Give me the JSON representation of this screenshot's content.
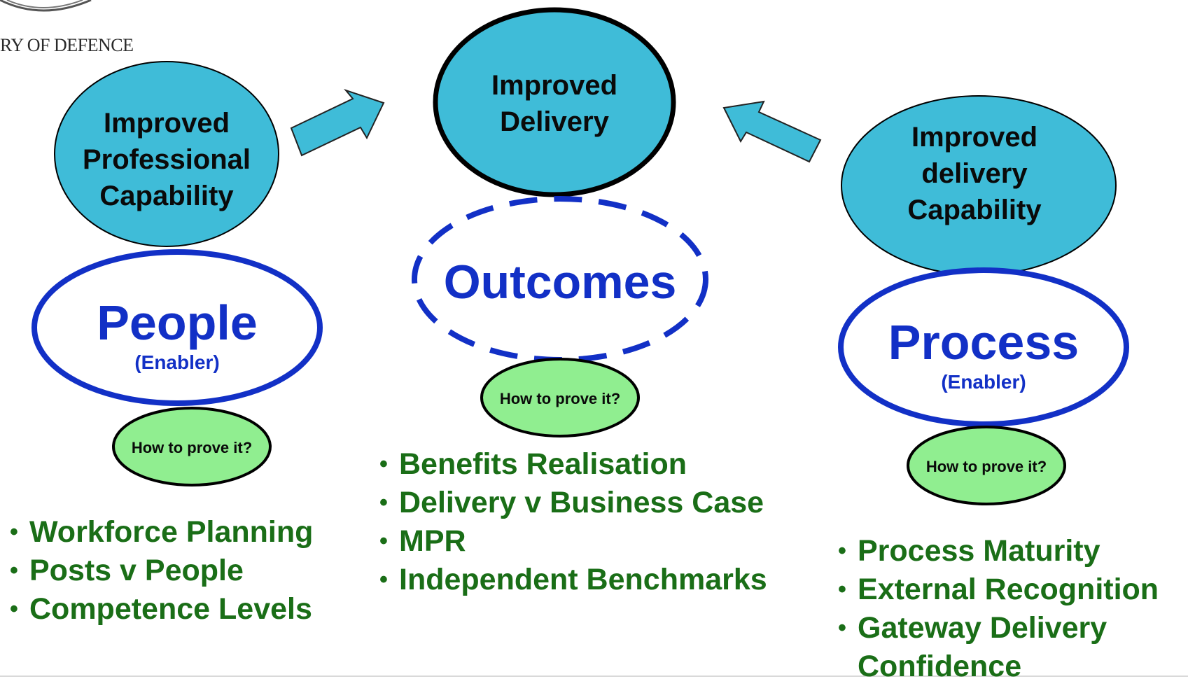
{
  "logo": {
    "text": "RY OF DEFENCE"
  },
  "goal": {
    "label_line1": "Improved",
    "label_line2": "Delivery"
  },
  "outcomes": {
    "label": "Outcomes"
  },
  "left": {
    "capability_lines": [
      "Improved",
      "Professional",
      "Capability"
    ],
    "enabler_title": "People",
    "enabler_sub": "(Enabler)",
    "prove": "How to prove it?",
    "bullets": [
      "Workforce Planning",
      "Posts v People",
      "Competence Levels"
    ]
  },
  "middle": {
    "prove": "How to prove it?",
    "bullets": [
      "Benefits Realisation",
      "Delivery v Business Case",
      "MPR",
      "Independent Benchmarks"
    ]
  },
  "right": {
    "capability_lines": [
      "Improved",
      "delivery",
      "Capability"
    ],
    "enabler_title": "Process",
    "enabler_sub": "(Enabler)",
    "prove": "How to prove it?",
    "bullets": [
      "Process Maturity",
      "External Recognition",
      "Gateway Delivery Confidence"
    ],
    "bullet_3_line1": "Gateway Delivery",
    "bullet_3_line2": "Confidence"
  },
  "colors": {
    "teal_fill": "#3fbcd8",
    "enabler_blue": "#1230c6",
    "prove_green": "#90ee90",
    "bullet_green": "#1a6e17"
  }
}
